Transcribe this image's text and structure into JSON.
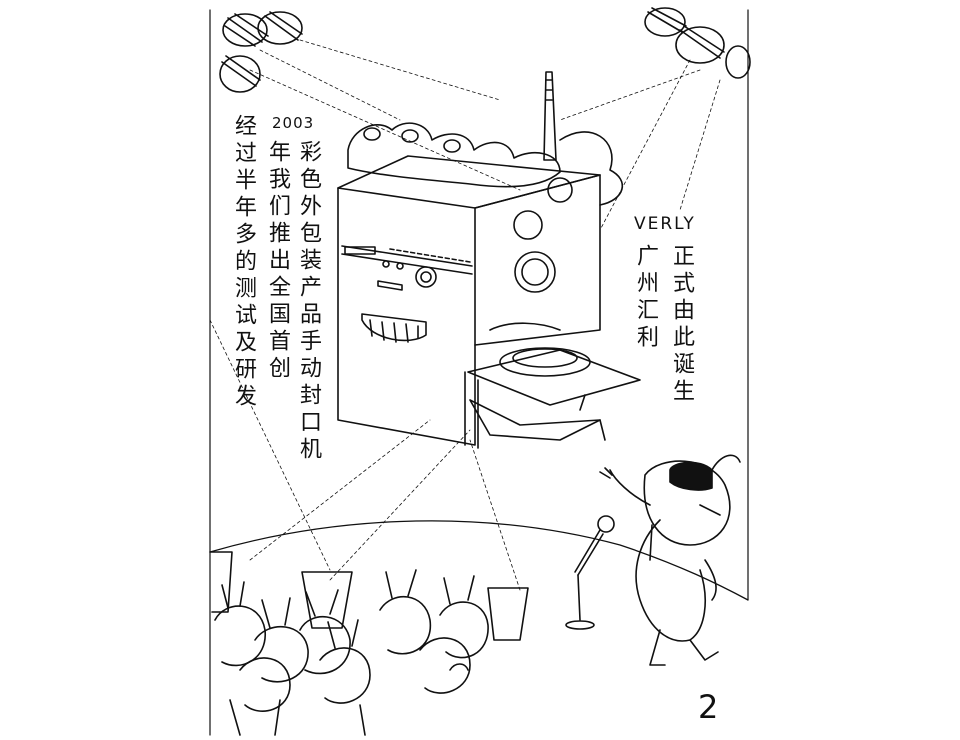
{
  "caption": {
    "col_a": "经过半年多的测试及研发",
    "year": "2003",
    "col_b": "年我们推出全国首创",
    "col_c": "彩色外包装产品手动封口机",
    "brand": "VERLY",
    "col_d": "正式由此诞生",
    "col_e": "广州汇利"
  },
  "page_number": "2"
}
